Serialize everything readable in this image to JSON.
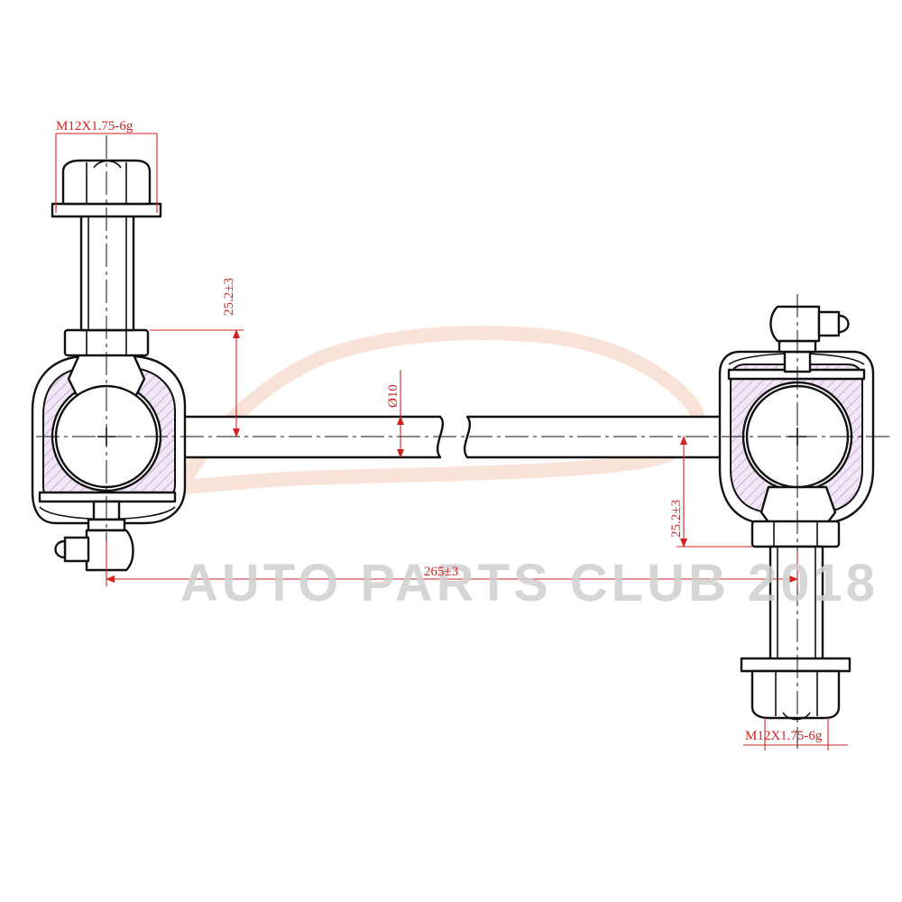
{
  "dimensions": {
    "thread_top_left": "M12X1.75-6g",
    "thread_bottom_right": "M12X1.75-6g",
    "offset_left": "25.2±3",
    "offset_right": "25.2±3",
    "rod_diameter": "Ø10",
    "center_distance": "265±3"
  },
  "watermark": {
    "text": "AUTO PARTS CLUB 2018"
  }
}
